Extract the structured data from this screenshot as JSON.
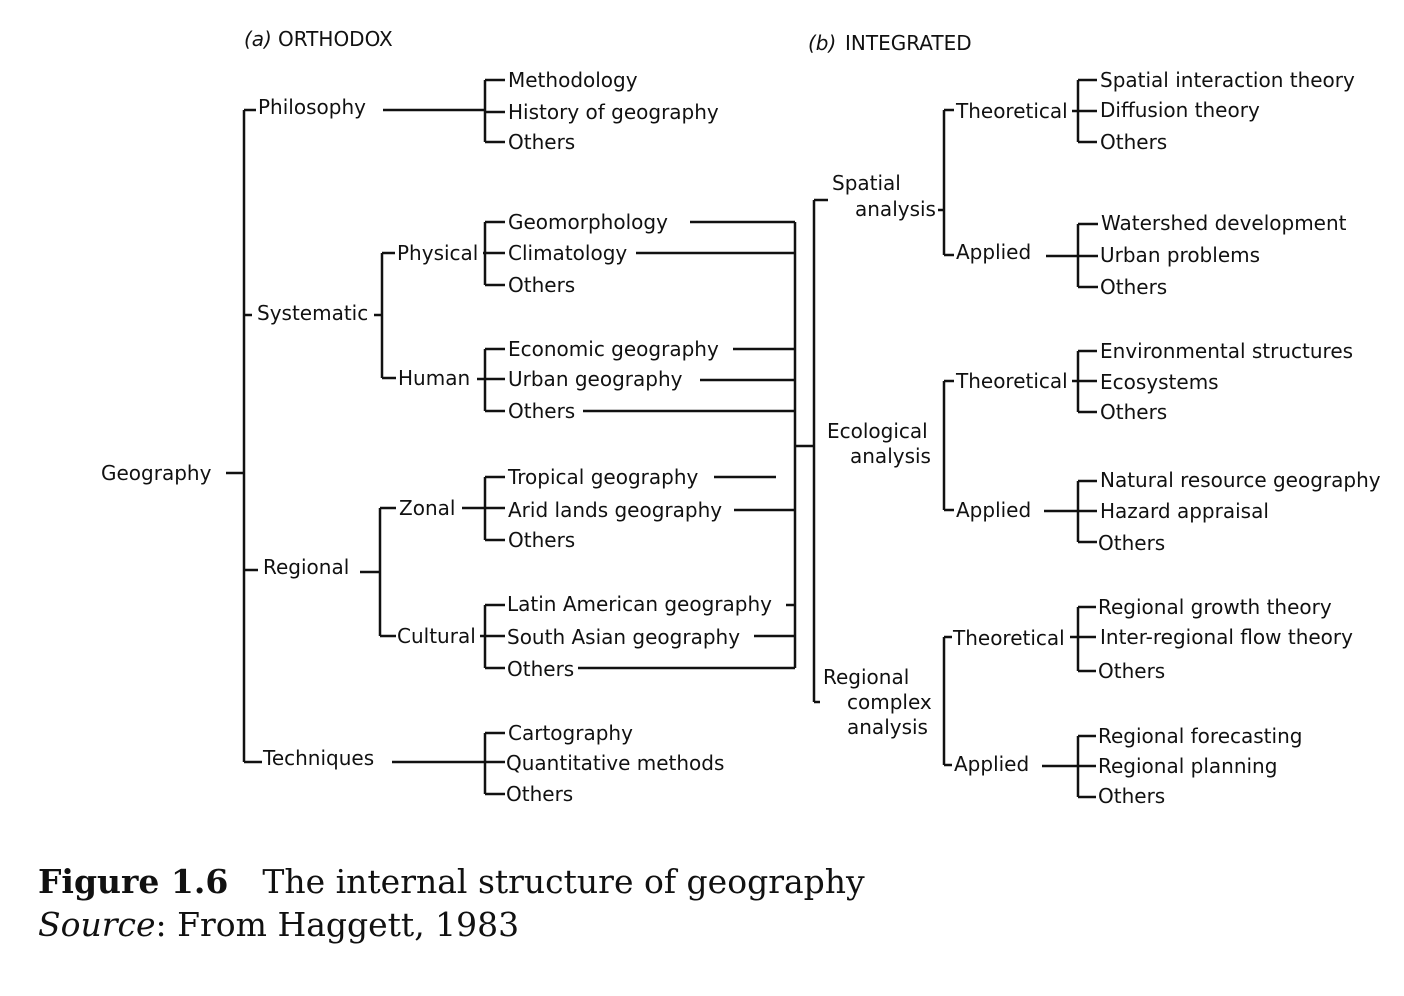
{
  "orthodox": {
    "heading_prefix": "(a)",
    "heading": "ORTHODOX",
    "root": "Geography",
    "philosophy": {
      "label": "Philosophy",
      "children": [
        "Methodology",
        "History of geography",
        "Others"
      ]
    },
    "systematic": {
      "label": "Systematic",
      "physical": {
        "label": "Physical",
        "children": [
          "Geomorphology",
          "Climatology",
          "Others"
        ]
      },
      "human": {
        "label": "Human",
        "children": [
          "Economic geography",
          "Urban geography",
          "Others"
        ]
      }
    },
    "regional": {
      "label": "Regional",
      "zonal": {
        "label": "Zonal",
        "children": [
          "Tropical geography",
          "Arid lands geography",
          "Others"
        ]
      },
      "cultural": {
        "label": "Cultural",
        "children": [
          "Latin American geography",
          "South Asian geography",
          "Others"
        ]
      }
    },
    "techniques": {
      "label": "Techniques",
      "children": [
        "Cartography",
        "Quantitative methods",
        "Others"
      ]
    }
  },
  "integrated": {
    "heading_prefix": "(b)",
    "heading": "INTEGRATED",
    "spatial": {
      "label_lines": [
        "Spatial",
        "analysis"
      ],
      "theoretical": {
        "label": "Theoretical",
        "children": [
          "Spatial interaction theory",
          "Diffusion theory",
          "Others"
        ]
      },
      "applied": {
        "label": "Applied",
        "children": [
          "Watershed development",
          "Urban problems",
          "Others"
        ]
      }
    },
    "ecological": {
      "label_lines": [
        "Ecological",
        "analysis"
      ],
      "theoretical": {
        "label": "Theoretical",
        "children": [
          "Environmental structures",
          "Ecosystems",
          "Others"
        ]
      },
      "applied": {
        "label": "Applied",
        "children": [
          "Natural resource geography",
          "Hazard appraisal",
          "Others"
        ]
      }
    },
    "regional_complex": {
      "label_lines": [
        "Regional",
        "complex",
        "analysis"
      ],
      "theoretical": {
        "label": "Theoretical",
        "children": [
          "Regional growth theory",
          "Inter-regional flow theory",
          "Others"
        ]
      },
      "applied": {
        "label": "Applied",
        "children": [
          "Regional forecasting",
          "Regional planning",
          "Others"
        ]
      }
    }
  },
  "caption": {
    "figure_label": "Figure 1.6",
    "title": "The internal structure of geography",
    "source_label": "Source",
    "source_text": ": From Haggett, 1983"
  }
}
